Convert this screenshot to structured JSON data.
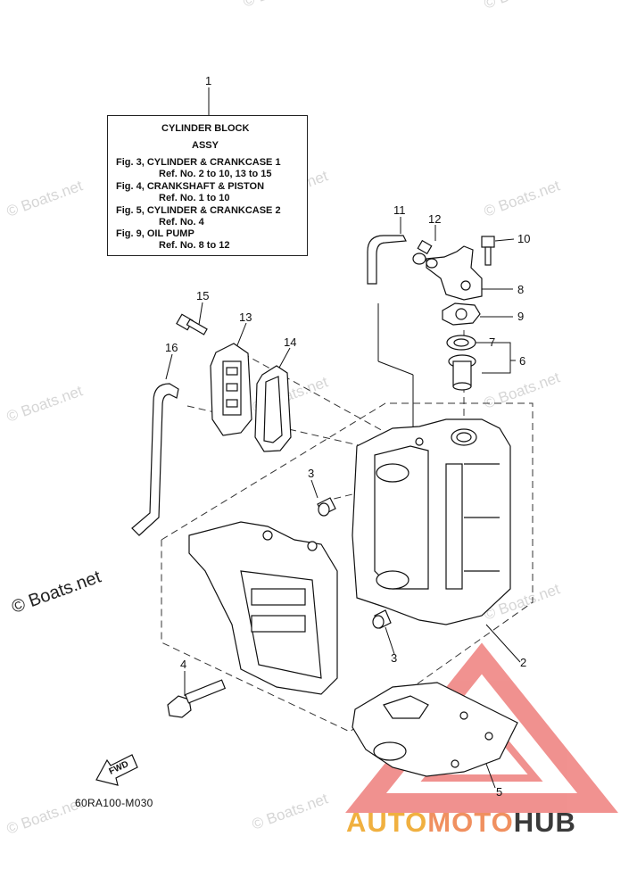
{
  "legend": {
    "title_line1": "CYLINDER BLOCK",
    "title_line2": "ASSY",
    "entries": [
      {
        "fig": "Fig. 3, CYLINDER & CRANKCASE 1",
        "ref": "Ref. No. 2 to 10, 13 to 15"
      },
      {
        "fig": "Fig. 4, CRANKSHAFT & PISTON",
        "ref": "Ref. No. 1 to 10"
      },
      {
        "fig": "Fig. 5, CYLINDER & CRANKCASE 2",
        "ref": "Ref. No. 4"
      },
      {
        "fig": "Fig. 9, OIL PUMP",
        "ref": "Ref. No. 8 to 12"
      }
    ]
  },
  "callouts": {
    "n1": "1",
    "n2": "2",
    "n3a": "3",
    "n3b": "3",
    "n4": "4",
    "n5": "5",
    "n6": "6",
    "n7": "7",
    "n8": "8",
    "n9": "9",
    "n10": "10",
    "n11": "11",
    "n12": "12",
    "n13": "13",
    "n14": "14",
    "n15": "15",
    "n16": "16"
  },
  "fwd_label": "FWD",
  "diagram_code": "60RA100-M030",
  "watermarks": {
    "small": "© Boats.net",
    "large": "© Boats.net"
  },
  "brand": {
    "part1": "AUTO",
    "part2": "MOTO",
    "part3": "HUB",
    "colors": {
      "auto": "#f0b040",
      "moto": "#f09060",
      "hub": "#3a3a3a",
      "triangle": "#e53935"
    }
  }
}
